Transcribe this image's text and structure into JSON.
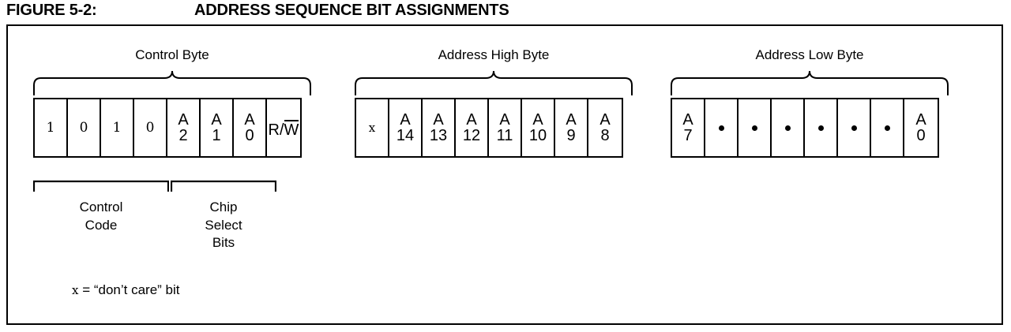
{
  "figure": {
    "label": "FIGURE 5-2:",
    "title": "ADDRESS SEQUENCE BIT ASSIGNMENTS"
  },
  "groups": [
    {
      "id": "control-byte",
      "title": "Control Byte",
      "cells": [
        {
          "type": "bit",
          "text": "1"
        },
        {
          "type": "bit",
          "text": "0"
        },
        {
          "type": "bit",
          "text": "1"
        },
        {
          "type": "bit",
          "text": "0"
        },
        {
          "type": "addr",
          "name": "A",
          "index": "2"
        },
        {
          "type": "addr",
          "name": "A",
          "index": "1"
        },
        {
          "type": "addr",
          "name": "A",
          "index": "0"
        },
        {
          "type": "rw",
          "read": "R/",
          "write": "W"
        }
      ]
    },
    {
      "id": "address-high-byte",
      "title": "Address High Byte",
      "cells": [
        {
          "type": "x",
          "text": "x"
        },
        {
          "type": "addr",
          "name": "A",
          "index": "14"
        },
        {
          "type": "addr",
          "name": "A",
          "index": "13"
        },
        {
          "type": "addr",
          "name": "A",
          "index": "12"
        },
        {
          "type": "addr",
          "name": "A",
          "index": "11"
        },
        {
          "type": "addr",
          "name": "A",
          "index": "10"
        },
        {
          "type": "addr",
          "name": "A",
          "index": "9"
        },
        {
          "type": "addr",
          "name": "A",
          "index": "8"
        }
      ]
    },
    {
      "id": "address-low-byte",
      "title": "Address Low Byte",
      "cells": [
        {
          "type": "addr",
          "name": "A",
          "index": "7"
        },
        {
          "type": "dot",
          "text": ""
        },
        {
          "type": "dot",
          "text": ""
        },
        {
          "type": "dot",
          "text": ""
        },
        {
          "type": "dot",
          "text": ""
        },
        {
          "type": "dot",
          "text": ""
        },
        {
          "type": "dot",
          "text": ""
        },
        {
          "type": "addr",
          "name": "A",
          "index": "0"
        }
      ]
    }
  ],
  "sub_brackets": [
    {
      "id": "control-code",
      "lines": [
        "Control",
        "Code"
      ]
    },
    {
      "id": "chip-select-bits",
      "lines": [
        "Chip",
        "Select",
        "Bits"
      ]
    }
  ],
  "footnote": {
    "var": "x",
    "text": " = “don’t care” bit"
  },
  "colors": {
    "ink": "#000000",
    "paper": "#ffffff"
  }
}
